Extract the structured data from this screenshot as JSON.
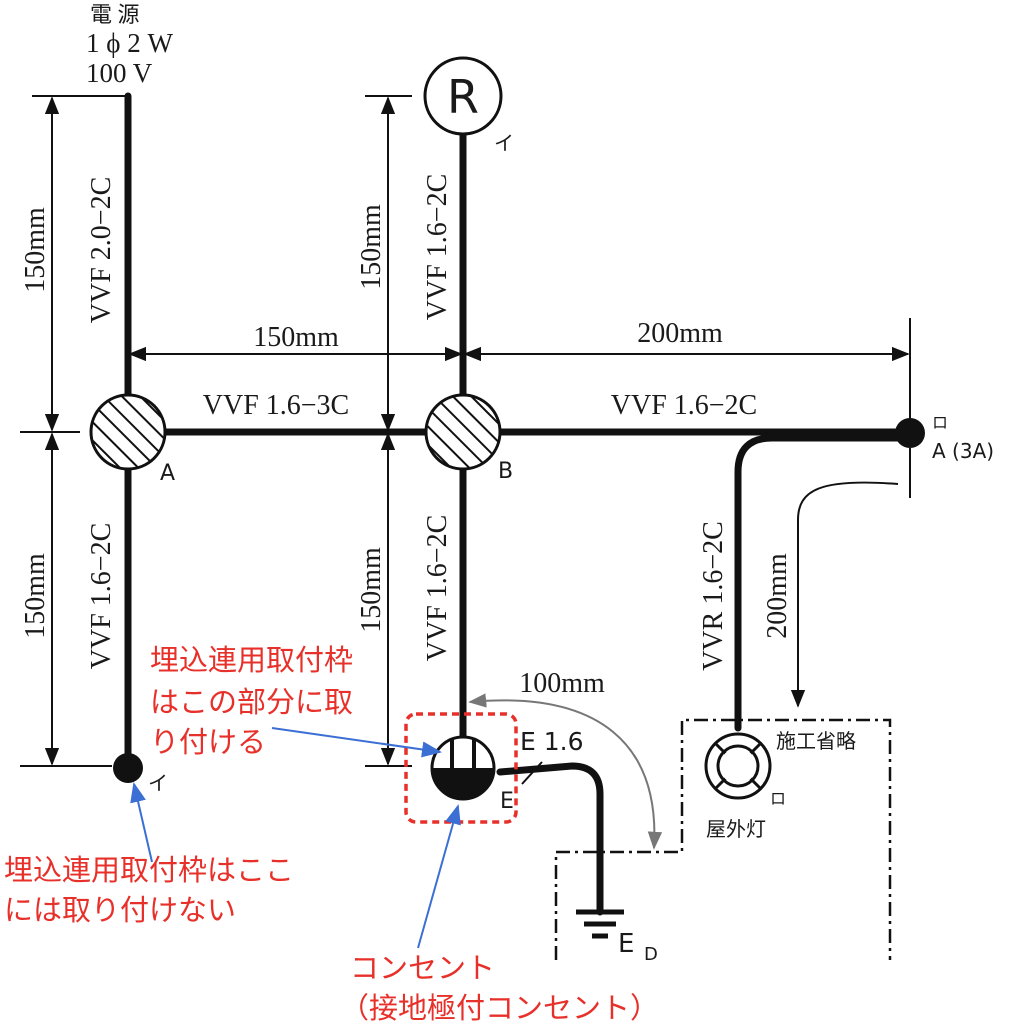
{
  "power_source": {
    "line1": "電 源",
    "line2": "1 ϕ 2 W",
    "line3": "100 V"
  },
  "dimensions": {
    "d150_left_top": "150mm",
    "d150_left_bottom": "150mm",
    "d150_mid_top": "150mm",
    "d150_mid_bottom": "150mm",
    "d150_horizontal": "150mm",
    "d200_horizontal": "200mm",
    "d200_vertical": "200mm",
    "d100": "100mm"
  },
  "cables": {
    "left_top": "VVF 2.0−2C",
    "left_bottom": "VVF 1.6−2C",
    "mid_top": "VVF 1.6−2C",
    "mid_bottom": "VVF 1.6−2C",
    "a_to_b": "VVF 1.6−3C",
    "b_to_ro": "VVF 1.6−2C",
    "vvr": "VVR 1.6−2C",
    "earth": "E 1.6"
  },
  "boxes": {
    "a": "A",
    "b": "B"
  },
  "symbols": {
    "ceiling_light": "R",
    "i_top": "イ",
    "i_bottom": "イ",
    "switch_ro": "ロ",
    "switch_ro_rating": "A (3A)",
    "outlet_e": "E",
    "earth_ed_main": "E",
    "earth_ed_sub": "D",
    "outdoor_ro": "ロ",
    "outdoor_label": "屋外灯",
    "omit_label": "施工省略"
  },
  "annotations": {
    "frame_here_1": "埋込連用取付枠",
    "frame_here_2": "はこの部分に取",
    "frame_here_3": "り付ける",
    "frame_not_1": "埋込連用取付枠はここ",
    "frame_not_2": "には取り付けない",
    "outlet_1": "コンセント",
    "outlet_2": "（接地極付コンセント）"
  }
}
